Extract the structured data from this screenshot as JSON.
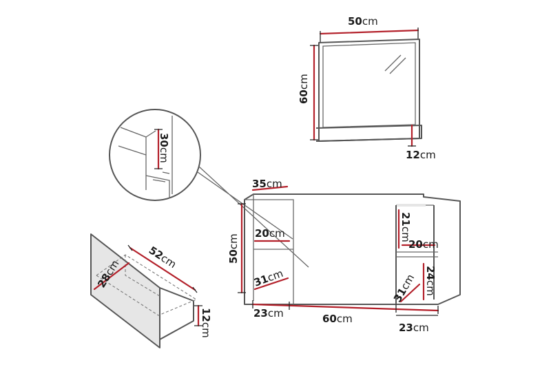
{
  "mirror": {
    "width": "50",
    "height": "60",
    "shelf_depth": "12"
  },
  "detail": {
    "height": "30"
  },
  "drawer": {
    "depth": "28",
    "length": "52",
    "height": "12"
  },
  "cabinet": {
    "depth": "35",
    "height": "50",
    "left_inner_width": "20",
    "left_inner_height": "31",
    "right_inner_width": "20",
    "right_upper_height": "21",
    "right_lower_height": "24",
    "right_lower_width": "31",
    "left_width": "23",
    "center_width": "60",
    "right_width": "23"
  },
  "unit": "cm"
}
